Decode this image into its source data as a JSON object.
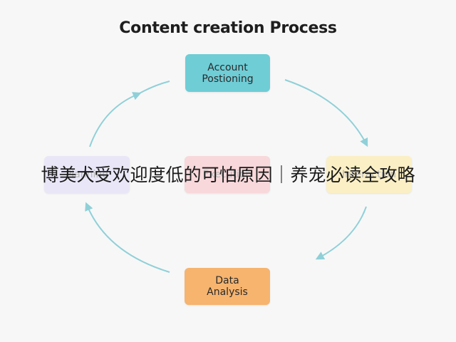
{
  "diagram": {
    "title": "Content creation Process",
    "steps": {
      "account": {
        "label_line1": "Account",
        "label_line2": "Postioning",
        "color": "#6fcdd6"
      },
      "planning": {
        "label": "Planning",
        "color": "#e9e7f7"
      },
      "execution": {
        "label": "Execution",
        "color": "#f8d8db"
      },
      "interaction": {
        "label": "Interaction",
        "color": "#fbefc5"
      },
      "data": {
        "label_line1": "Data",
        "label_line2": "Analysis",
        "color": "#f6b46f"
      }
    },
    "arrow_color": "#8fd0d8"
  },
  "overlay": {
    "caption": "博美犬受欢迎度低的可怕原因｜养宠必读全攻略"
  }
}
